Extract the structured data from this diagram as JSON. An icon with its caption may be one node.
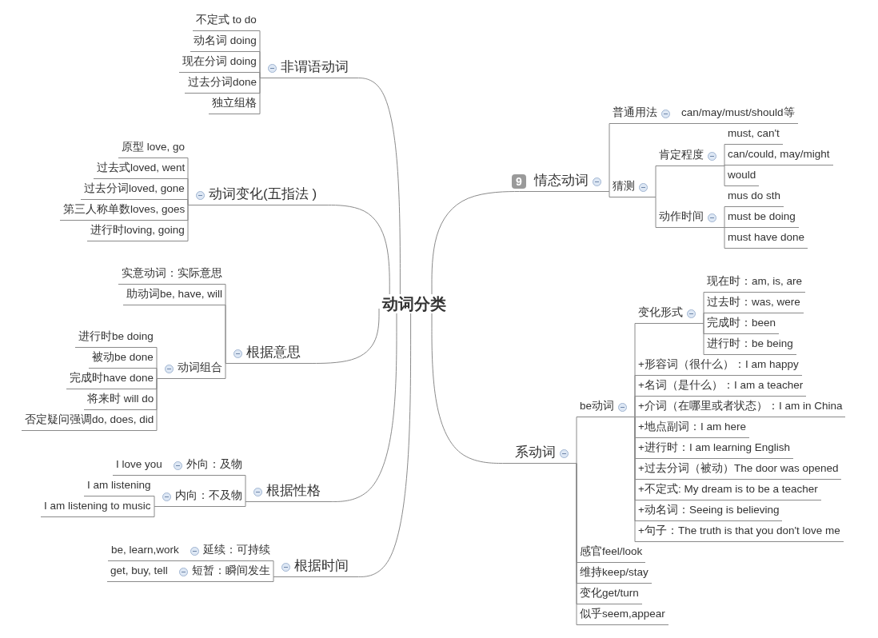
{
  "diagram": {
    "nodes": [
      {
        "text": [
          "动词分类"
        ]
      },
      {
        "text": [
          "非谓语动词"
        ]
      },
      {
        "text": [
          "不定式 to do"
        ]
      },
      {
        "text": [
          "动名词 doing"
        ]
      },
      {
        "text": [
          "现在分词 doing"
        ]
      },
      {
        "text": [
          "过去分词done"
        ]
      },
      {
        "text": [
          "独立组格"
        ]
      },
      {
        "text": [
          "动词变化(五指法 )"
        ]
      },
      {
        "text": [
          "原型 love, go"
        ]
      },
      {
        "text": [
          "过去式loved, went"
        ]
      },
      {
        "text": [
          "过去分词loved, gone"
        ]
      },
      {
        "text": [
          "第三人称单数loves, goes"
        ]
      },
      {
        "text": [
          "进行时loving, going"
        ]
      },
      {
        "text": [
          "根据意思"
        ]
      },
      {
        "text": [
          "实意动词：实际意思"
        ]
      },
      {
        "text": [
          "助动词be, have, will"
        ]
      },
      {
        "text": [
          "动词组合"
        ]
      },
      {
        "text": [
          "进行时be doing"
        ]
      },
      {
        "text": [
          "被动be done"
        ]
      },
      {
        "text": [
          "完成时have done"
        ]
      },
      {
        "text": [
          "将来时 will do"
        ]
      },
      {
        "text": [
          "否定疑问强调do, does, did"
        ]
      },
      {
        "text": [
          "根据性格"
        ]
      },
      {
        "text": [
          "外向：及物"
        ]
      },
      {
        "text": [
          "I love you"
        ]
      },
      {
        "text": [
          "内向：不及物"
        ]
      },
      {
        "text": [
          "I am listening"
        ]
      },
      {
        "text": [
          "I am listening to music"
        ]
      },
      {
        "text": [
          "根据时间"
        ]
      },
      {
        "text": [
          "延续：可持续"
        ]
      },
      {
        "text": [
          "be, learn,work"
        ]
      },
      {
        "text": [
          "短暂：瞬间发生"
        ]
      },
      {
        "text": [
          "get, buy, tell"
        ]
      },
      {
        "text": [
          "情态动词"
        ],
        "beside": [
          "9"
        ]
      },
      {
        "text": [
          "普通用法"
        ]
      },
      {
        "text": [
          "can/may/must/should等"
        ]
      },
      {
        "text": [
          "猜测"
        ]
      },
      {
        "text": [
          "肯定程度"
        ]
      },
      {
        "text": [
          "must, can't"
        ]
      },
      {
        "text": [
          "can/could, may/might"
        ]
      },
      {
        "text": [
          "would"
        ]
      },
      {
        "text": [
          "动作时间"
        ]
      },
      {
        "text": [
          "mus do sth"
        ]
      },
      {
        "text": [
          "must be doing"
        ]
      },
      {
        "text": [
          "must have done"
        ]
      },
      {
        "text": [
          "系动词"
        ]
      },
      {
        "text": [
          "be动词"
        ]
      },
      {
        "text": [
          "变化形式"
        ]
      },
      {
        "text": [
          "现在时：am, is, are"
        ]
      },
      {
        "text": [
          "过去时：was, were"
        ]
      },
      {
        "text": [
          "完成时：been"
        ]
      },
      {
        "text": [
          "进行时：be being"
        ]
      },
      {
        "text": [
          "+形容词（很什么）：I am happy"
        ]
      },
      {
        "text": [
          "+名词（是什么）：I am a teacher"
        ]
      },
      {
        "text": [
          "+介词（在哪里或者状态）：I am in China"
        ]
      },
      {
        "text": [
          "+地点副词：I am here"
        ]
      },
      {
        "text": [
          "+进行时：I am learning English"
        ]
      },
      {
        "text": [
          "+过去分词（被动）The door was opened"
        ]
      },
      {
        "text": [
          "+不定式: My dream is to be a teacher"
        ]
      },
      {
        "text": [
          "+动名词：Seeing is believing"
        ]
      },
      {
        "text": [
          "+句子：The truth is that you don't love me"
        ]
      },
      {
        "text": [
          "感官feel/look"
        ]
      },
      {
        "text": [
          "维持keep/stay"
        ]
      },
      {
        "text": [
          "变化get/turn"
        ]
      },
      {
        "text": [
          "似乎seem,appear"
        ]
      }
    ],
    "edges": [
      {
        "from": 0,
        "to": 1,
        "arrow": "none"
      },
      {
        "from": 1,
        "to": 2,
        "arrow": "none"
      },
      {
        "from": 1,
        "to": 3,
        "arrow": "none"
      },
      {
        "from": 1,
        "to": 4,
        "arrow": "none"
      },
      {
        "from": 1,
        "to": 5,
        "arrow": "none"
      },
      {
        "from": 1,
        "to": 6,
        "arrow": "none"
      },
      {
        "from": 0,
        "to": 7,
        "arrow": "none"
      },
      {
        "from": 7,
        "to": 8,
        "arrow": "none"
      },
      {
        "from": 7,
        "to": 9,
        "arrow": "none"
      },
      {
        "from": 7,
        "to": 10,
        "arrow": "none"
      },
      {
        "from": 7,
        "to": 11,
        "arrow": "none"
      },
      {
        "from": 7,
        "to": 12,
        "arrow": "none"
      },
      {
        "from": 0,
        "to": 13,
        "arrow": "none"
      },
      {
        "from": 13,
        "to": 14,
        "arrow": "none"
      },
      {
        "from": 13,
        "to": 15,
        "arrow": "none"
      },
      {
        "from": 13,
        "to": 16,
        "arrow": "none"
      },
      {
        "from": 16,
        "to": 17,
        "arrow": "none"
      },
      {
        "from": 16,
        "to": 18,
        "arrow": "none"
      },
      {
        "from": 16,
        "to": 19,
        "arrow": "none"
      },
      {
        "from": 16,
        "to": 20,
        "arrow": "none"
      },
      {
        "from": 16,
        "to": 21,
        "arrow": "none"
      },
      {
        "from": 0,
        "to": 22,
        "arrow": "none"
      },
      {
        "from": 22,
        "to": 23,
        "arrow": "none"
      },
      {
        "from": 23,
        "to": 24,
        "arrow": "none"
      },
      {
        "from": 22,
        "to": 25,
        "arrow": "none"
      },
      {
        "from": 25,
        "to": 26,
        "arrow": "none"
      },
      {
        "from": 25,
        "to": 27,
        "arrow": "none"
      },
      {
        "from": 0,
        "to": 28,
        "arrow": "none"
      },
      {
        "from": 28,
        "to": 29,
        "arrow": "none"
      },
      {
        "from": 29,
        "to": 30,
        "arrow": "none"
      },
      {
        "from": 28,
        "to": 31,
        "arrow": "none"
      },
      {
        "from": 31,
        "to": 32,
        "arrow": "none"
      },
      {
        "from": 0,
        "to": 33,
        "arrow": "none"
      },
      {
        "from": 33,
        "to": 34,
        "arrow": "none"
      },
      {
        "from": 34,
        "to": 35,
        "arrow": "none"
      },
      {
        "from": 33,
        "to": 36,
        "arrow": "none"
      },
      {
        "from": 36,
        "to": 37,
        "arrow": "none"
      },
      {
        "from": 37,
        "to": 38,
        "arrow": "none"
      },
      {
        "from": 37,
        "to": 39,
        "arrow": "none"
      },
      {
        "from": 37,
        "to": 40,
        "arrow": "none"
      },
      {
        "from": 36,
        "to": 41,
        "arrow": "none"
      },
      {
        "from": 41,
        "to": 42,
        "arrow": "none"
      },
      {
        "from": 41,
        "to": 43,
        "arrow": "none"
      },
      {
        "from": 41,
        "to": 44,
        "arrow": "none"
      },
      {
        "from": 0,
        "to": 45,
        "arrow": "none"
      },
      {
        "from": 45,
        "to": 46,
        "arrow": "none"
      },
      {
        "from": 46,
        "to": 47,
        "arrow": "none"
      },
      {
        "from": 47,
        "to": 48,
        "arrow": "none"
      },
      {
        "from": 47,
        "to": 49,
        "arrow": "none"
      },
      {
        "from": 47,
        "to": 50,
        "arrow": "none"
      },
      {
        "from": 47,
        "to": 51,
        "arrow": "none"
      },
      {
        "from": 46,
        "to": 52,
        "arrow": "none"
      },
      {
        "from": 46,
        "to": 53,
        "arrow": "none"
      },
      {
        "from": 46,
        "to": 54,
        "arrow": "none"
      },
      {
        "from": 46,
        "to": 55,
        "arrow": "none"
      },
      {
        "from": 46,
        "to": 56,
        "arrow": "none"
      },
      {
        "from": 46,
        "to": 57,
        "arrow": "none"
      },
      {
        "from": 46,
        "to": 58,
        "arrow": "none"
      },
      {
        "from": 46,
        "to": 59,
        "arrow": "none"
      },
      {
        "from": 46,
        "to": 60,
        "arrow": "none"
      },
      {
        "from": 45,
        "to": 61,
        "arrow": "none"
      },
      {
        "from": 45,
        "to": 62,
        "arrow": "none"
      },
      {
        "from": 45,
        "to": 63,
        "arrow": "none"
      },
      {
        "from": 45,
        "to": 64,
        "arrow": "none"
      }
    ]
  }
}
